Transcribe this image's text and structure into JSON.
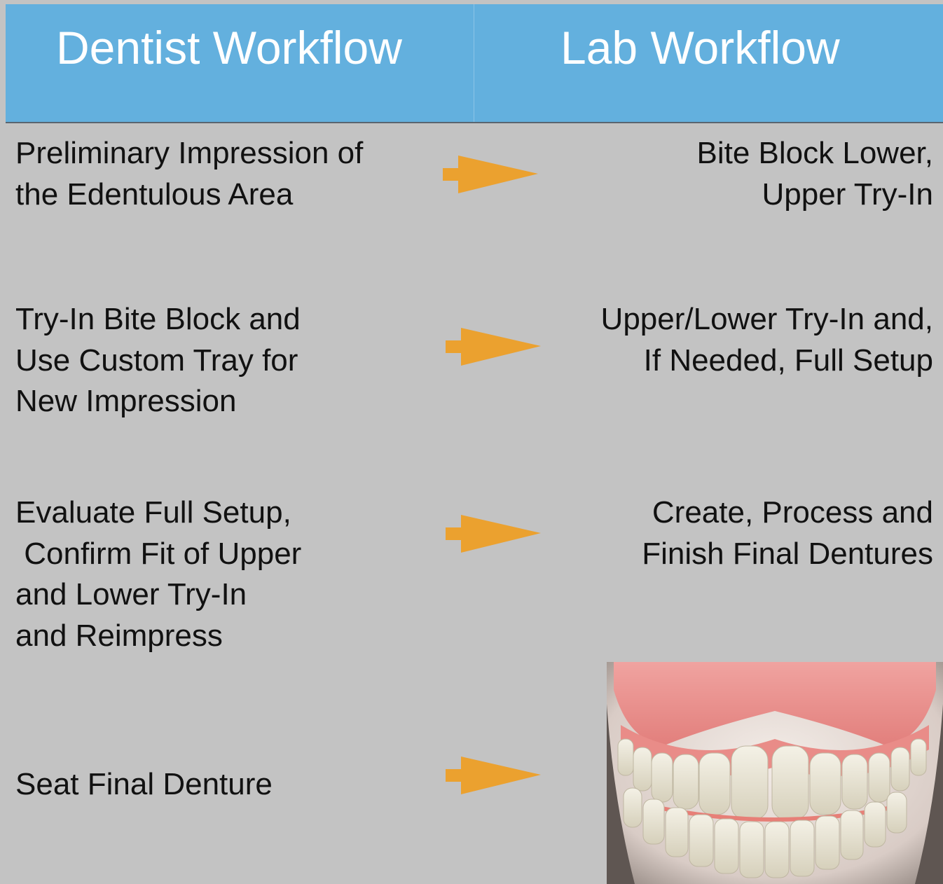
{
  "header": {
    "dentist_title": "Dentist Workflow",
    "lab_title": "Lab Workflow"
  },
  "rows": [
    {
      "dentist_lines": [
        "Preliminary Impression of",
        "the Edentulous Area"
      ],
      "lab_lines": [
        "Bite Block Lower,",
        "Upper Try-In"
      ]
    },
    {
      "dentist_lines": [
        "Try-In Bite Block and",
        "Use Custom Tray for",
        "New Impression"
      ],
      "lab_lines": [
        "Upper/Lower Try-In and,",
        "If Needed, Full Setup"
      ]
    },
    {
      "dentist_lines": [
        "Evaluate Full Setup,",
        " Confirm Fit of Upper",
        "and Lower Try-In",
        "and Reimpress"
      ],
      "lab_lines": [
        "Create, Process and",
        "Finish Final Dentures"
      ]
    },
    {
      "dentist_lines": [
        "Seat Final Denture"
      ],
      "lab_lines": []
    }
  ],
  "colors": {
    "header_bg": "#63b0de",
    "page_bg": "#c3c3c3",
    "arrow": "#eba12f"
  },
  "icons": {
    "flow_arrow": "right-arrow-icon",
    "photo": "denture-photo"
  }
}
